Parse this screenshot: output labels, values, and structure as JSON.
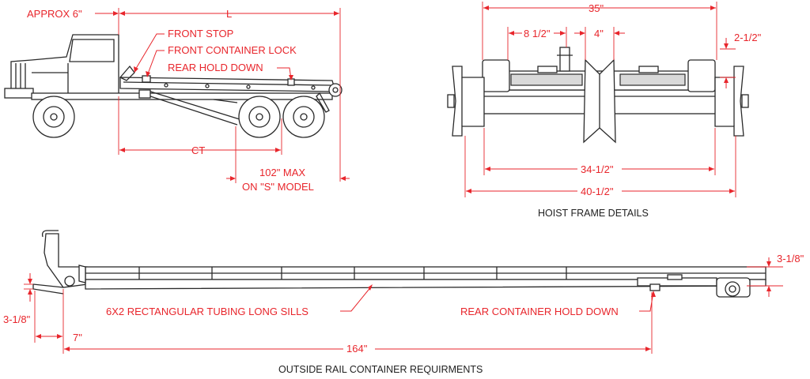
{
  "colors": {
    "dimension": "#e8262c",
    "drawing": "#2a2a2a",
    "caption": "#222222"
  },
  "truck": {
    "approx_label": "APPROX 6\"",
    "length_label": "L",
    "callouts": {
      "front_stop": "FRONT STOP",
      "front_container_lock": "FRONT CONTAINER LOCK",
      "rear_hold_down": "REAR HOLD DOWN"
    },
    "ct_label": "CT",
    "max_label_line1": "102\" MAX",
    "max_label_line2": "ON \"S\" MODEL"
  },
  "hoist_frame": {
    "top_width": "35\"",
    "dim_a": "8 1/2\"",
    "dim_b": "4\"",
    "dim_c": "2-1/2\"",
    "inner_width": "34-1/2\"",
    "outer_width": "40-1/2\"",
    "caption": "HOIST FRAME DETAILS"
  },
  "rail": {
    "left_height": "3-1/8\"",
    "right_height": "3-1/8\"",
    "sills_label": "6X2 RECTANGULAR TUBING LONG SILLS",
    "hold_down_label": "REAR CONTAINER HOLD DOWN",
    "offset": "7\"",
    "length": "164\"",
    "caption": "OUTSIDE RAIL CONTAINER REQUIRMENTS"
  }
}
